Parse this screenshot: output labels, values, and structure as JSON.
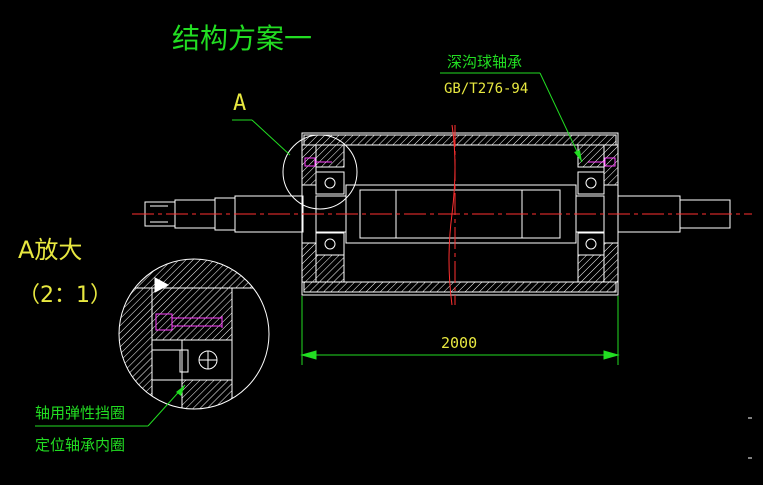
{
  "drawing": {
    "title": "结构方案一",
    "detail_marker": "A",
    "bearing_label": "深沟球轴承",
    "bearing_standard": "GB/T276-94",
    "enlarged_label": "A放大",
    "enlarged_scale": "（2：1）",
    "dimension_length": "2000",
    "circlip_label_line1": "轴用弹性挡圈",
    "circlip_label_line2": "定位轴承内圈"
  },
  "colors": {
    "background": "#000000",
    "outline": "#ffffff",
    "hatch": "#ffffff",
    "centerline": "#ff3030",
    "leader": "#22dd22",
    "dimension": "#22dd22",
    "label_green": "#22dd22",
    "label_yellow": "#e8e840",
    "fastener": "#ff40ff"
  }
}
